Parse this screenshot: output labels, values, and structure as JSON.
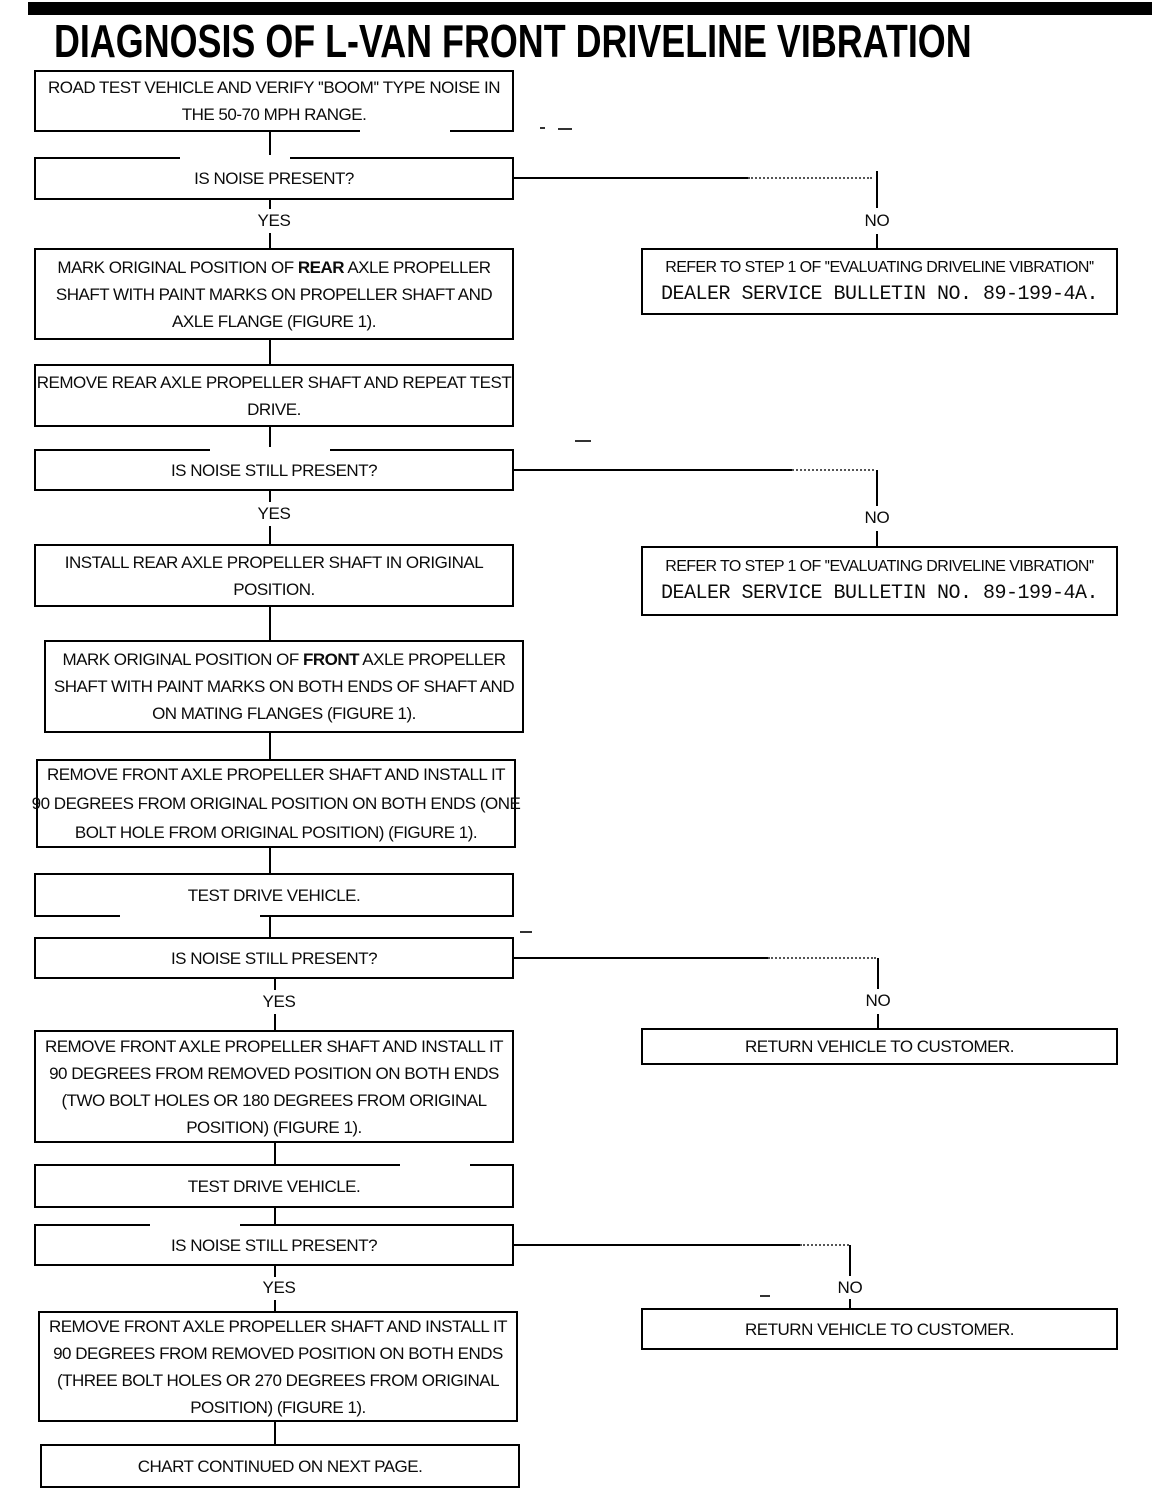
{
  "title": "DIAGNOSIS OF L-VAN FRONT DRIVELINE VIBRATION",
  "labels": {
    "yes": "YES",
    "no": "NO"
  },
  "flow": {
    "road_test": {
      "l1": "ROAD TEST VEHICLE AND VERIFY ''BOOM'' TYPE NOISE IN",
      "l2": "THE 50-70 MPH RANGE."
    },
    "noise_present": {
      "l1": "IS NOISE PRESENT?"
    },
    "mark_rear": {
      "l1a": "MARK ORIGINAL POSITION OF ",
      "l1b": "REAR",
      "l1c": " AXLE PROPELLER",
      "l2": "SHAFT WITH PAINT MARKS ON PROPELLER SHAFT AND",
      "l3": "AXLE FLANGE (FIGURE 1)."
    },
    "refer_bulletin": {
      "l1": "REFER TO STEP 1 OF ''EVALUATING DRIVELINE VIBRATION''",
      "l2": "DEALER SERVICE BULLETIN NO. 89-199-4A."
    },
    "remove_rear": {
      "l1": "REMOVE REAR AXLE PROPELLER SHAFT AND REPEAT TEST",
      "l2": "DRIVE."
    },
    "noise_still_present": {
      "l1": "IS NOISE STILL PRESENT?"
    },
    "install_rear": {
      "l1": "INSTALL REAR AXLE PROPELLER SHAFT IN ORIGINAL",
      "l2": "POSITION."
    },
    "mark_front": {
      "l1a": "MARK ORIGINAL POSITION OF ",
      "l1b": "FRONT",
      "l1c": " AXLE PROPELLER",
      "l2": "SHAFT WITH PAINT MARKS ON BOTH ENDS OF SHAFT AND",
      "l3": "ON MATING FLANGES (FIGURE 1)."
    },
    "rotate_90": {
      "l1": "REMOVE FRONT AXLE PROPELLER SHAFT AND INSTALL IT",
      "l2": "90 DEGREES FROM ORIGINAL POSITION ON BOTH ENDS (ONE",
      "l3": "BOLT HOLE FROM ORIGINAL POSITION) (FIGURE 1)."
    },
    "test_drive": {
      "l1": "TEST DRIVE VEHICLE."
    },
    "return_customer": {
      "l1": "RETURN VEHICLE TO CUSTOMER."
    },
    "rotate_180": {
      "l1": "REMOVE FRONT AXLE PROPELLER SHAFT AND INSTALL IT",
      "l2": "90 DEGREES FROM REMOVED POSITION ON BOTH ENDS",
      "l3": "(TWO BOLT HOLES OR 180 DEGREES FROM ORIGINAL",
      "l4": "POSITION) (FIGURE 1)."
    },
    "rotate_270": {
      "l1": "REMOVE FRONT AXLE PROPELLER SHAFT AND INSTALL IT",
      "l2": "90 DEGREES FROM REMOVED POSITION ON BOTH ENDS",
      "l3": "(THREE BOLT HOLES OR 270 DEGREES FROM ORIGINAL",
      "l4": "POSITION) (FIGURE 1)."
    },
    "continued": {
      "l1": "CHART CONTINUED ON NEXT PAGE."
    }
  }
}
